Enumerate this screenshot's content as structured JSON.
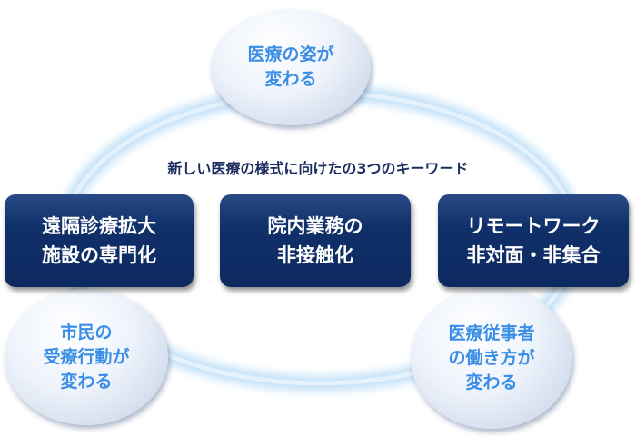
{
  "title": "新しい医療の様式に向けたの3つのキーワード",
  "keywords": [
    {
      "label": "遠隔診療拡大\n施設の専門化"
    },
    {
      "label": "院内業務の\n非接触化"
    },
    {
      "label": "リモートワーク\n非対面・非集合"
    }
  ],
  "outcomes": [
    {
      "label": "医療の姿が\n変わる"
    },
    {
      "label": "市民の\n受療行動が\n変わる"
    },
    {
      "label": "医療従事者\nの働き方が\n変わる"
    }
  ],
  "colors": {
    "box": "#0d2a60",
    "circle_text": "#3a8ee6",
    "title": "#1a2d5e",
    "ring": "#bfe0f7"
  }
}
